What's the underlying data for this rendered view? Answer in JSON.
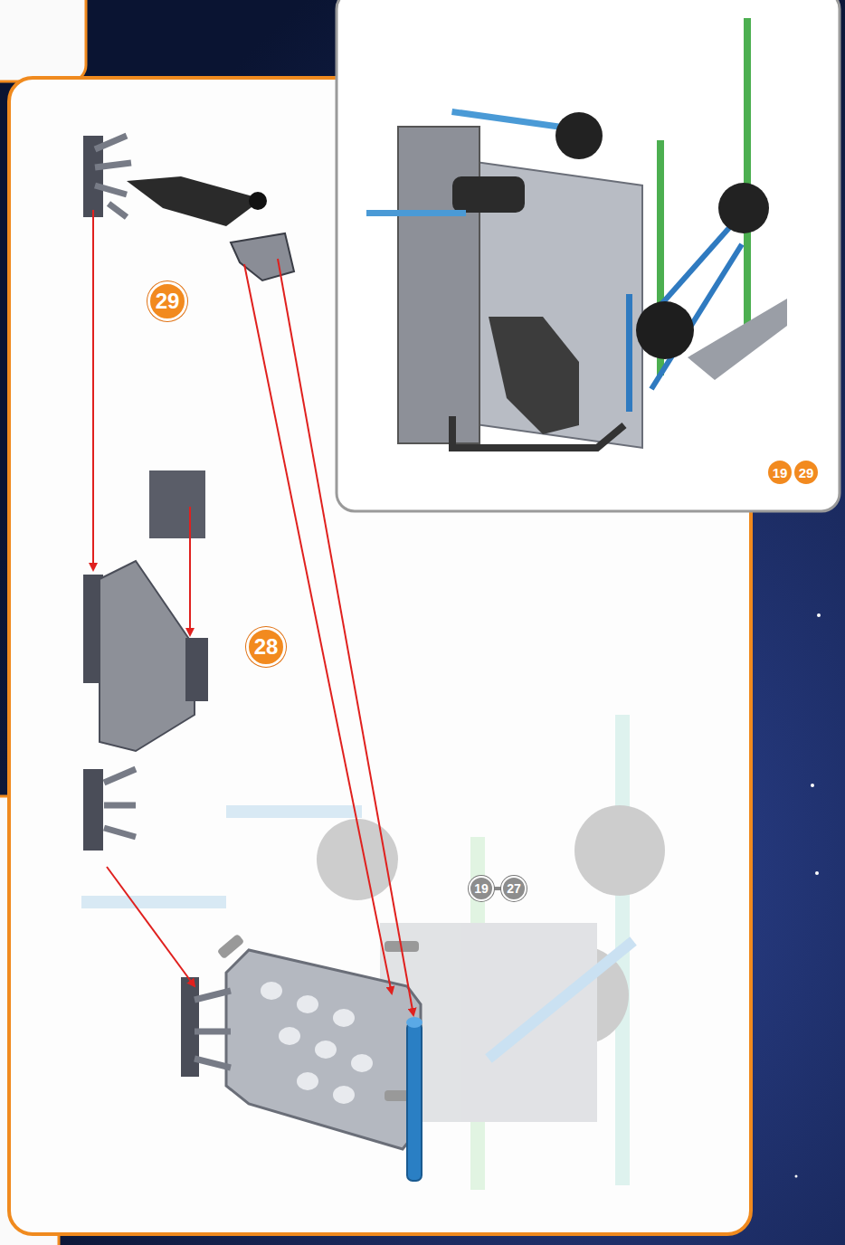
{
  "diagram": {
    "nodes": [
      {
        "text": [
          "29"
        ]
      },
      {
        "text": [
          "19"
        ]
      },
      {
        "text": [
          "29"
        ]
      },
      {
        "text": [
          "28"
        ]
      },
      {
        "text": [
          "19"
        ]
      },
      {
        "text": [
          "27"
        ]
      }
    ]
  }
}
